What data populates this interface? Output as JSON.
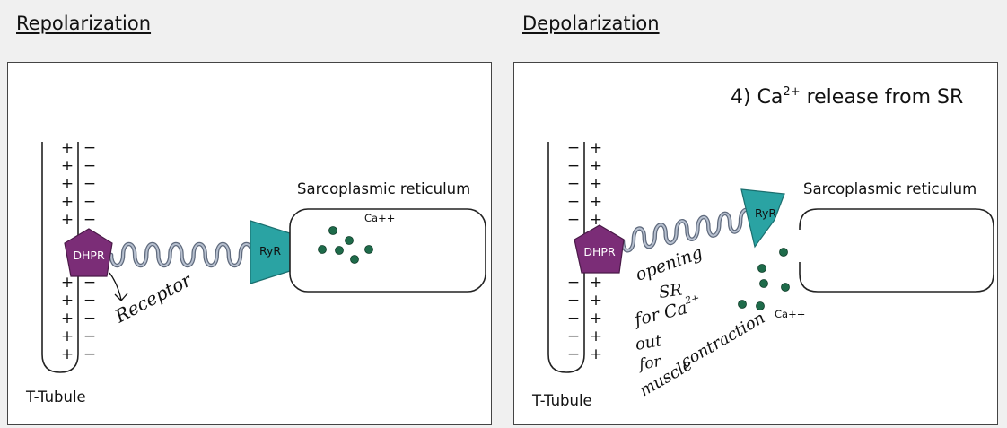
{
  "headings": {
    "left": "Repolarization",
    "right": "Depolarization"
  },
  "left_panel": {
    "t_tubule_label": "T-Tubule",
    "dhpr_label": "DHPR",
    "ryr_label": "RyR",
    "sr_label": "Sarcoplasmic reticulum",
    "ca_label": "Ca++",
    "handwritten_note": "Receptor",
    "inner_sign": "+",
    "outer_sign": "−"
  },
  "right_panel": {
    "step_prefix": "4) Ca",
    "step_superscript": "2+",
    "step_suffix": " release from SR",
    "t_tubule_label": "T-Tubule",
    "dhpr_label": "DHPR",
    "ryr_label": "RyR",
    "sr_label": "Sarcoplasmic reticulum",
    "ca_label": "Ca++",
    "inner_sign": "−",
    "outer_sign": "+",
    "handwritten_note": {
      "line1": "opening",
      "line2": "SR",
      "line3": "for Ca",
      "line3_sup": "2+",
      "line4": "out",
      "line5": "for",
      "line6": "muscle",
      "line7": "contraction"
    }
  },
  "colors": {
    "dhpr": "#7b2d77",
    "ryr": "#2aa3a3",
    "calcium": "#1e6b4a",
    "linker": "#8b96a8",
    "page_bg": "#f0f0f0"
  }
}
